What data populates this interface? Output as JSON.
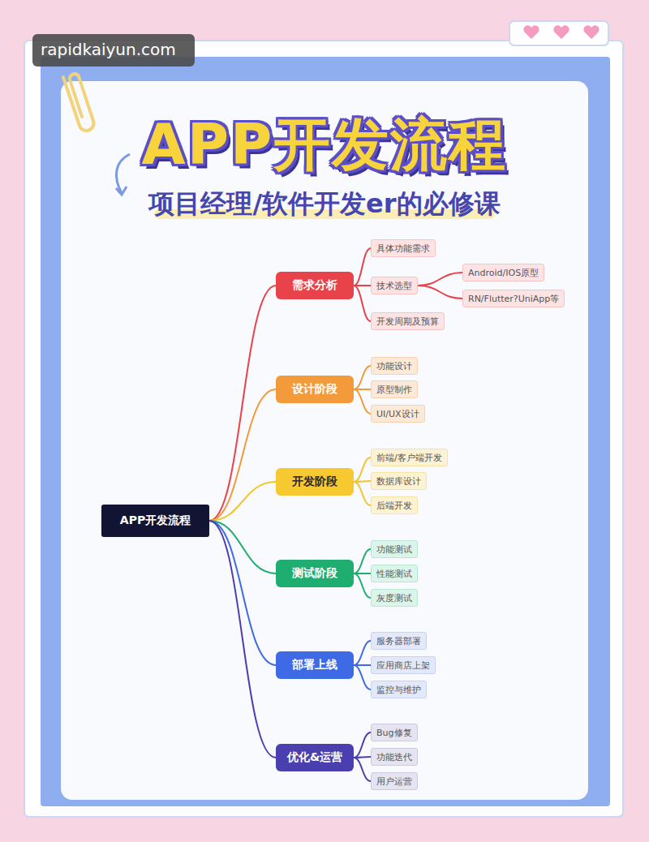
{
  "diagram": {
    "title": "APP开发流程",
    "nodes": [
      {
        "text": [
          "APP开发流程"
        ]
      },
      {
        "text": [
          "需求分析"
        ]
      },
      {
        "text": [
          "具体功能需求"
        ]
      },
      {
        "text": [
          "技术选型"
        ]
      },
      {
        "text": [
          "Android/IOS原型"
        ]
      },
      {
        "text": [
          "RN/Flutter?UniApp等"
        ]
      },
      {
        "text": [
          "开发周期及预算"
        ]
      },
      {
        "text": [
          "设计阶段"
        ]
      },
      {
        "text": [
          "功能设计"
        ]
      },
      {
        "text": [
          "原型制作"
        ]
      },
      {
        "text": [
          "UI/UX设计"
        ]
      },
      {
        "text": [
          "开发阶段"
        ]
      },
      {
        "text": [
          "前端/客户端开发"
        ]
      },
      {
        "text": [
          "数据库设计"
        ]
      },
      {
        "text": [
          "后端开发"
        ]
      },
      {
        "text": [
          "测试阶段"
        ]
      },
      {
        "text": [
          "功能测试"
        ]
      },
      {
        "text": [
          "性能测试"
        ]
      },
      {
        "text": [
          "灰度测试"
        ]
      },
      {
        "text": [
          "部署上线"
        ]
      },
      {
        "text": [
          "服务器部署"
        ]
      },
      {
        "text": [
          "应用商店上架"
        ]
      },
      {
        "text": [
          "监控与维护"
        ]
      },
      {
        "text": [
          "优化&运营"
        ]
      },
      {
        "text": [
          "Bug修复"
        ]
      },
      {
        "text": [
          "功能迭代"
        ]
      },
      {
        "text": [
          "用户运营"
        ]
      }
    ],
    "edges": [
      {
        "from": 0,
        "to": 1,
        "arrow": "none"
      },
      {
        "from": 0,
        "to": 7,
        "arrow": "none"
      },
      {
        "from": 0,
        "to": 11,
        "arrow": "none"
      },
      {
        "from": 0,
        "to": 15,
        "arrow": "none"
      },
      {
        "from": 0,
        "to": 19,
        "arrow": "none"
      },
      {
        "from": 0,
        "to": 23,
        "arrow": "none"
      },
      {
        "from": 1,
        "to": 2,
        "arrow": "none"
      },
      {
        "from": 1,
        "to": 3,
        "arrow": "none"
      },
      {
        "from": 1,
        "to": 6,
        "arrow": "none"
      },
      {
        "from": 3,
        "to": 4,
        "arrow": "none"
      },
      {
        "from": 3,
        "to": 5,
        "arrow": "none"
      },
      {
        "from": 7,
        "to": 8,
        "arrow": "none"
      },
      {
        "from": 7,
        "to": 9,
        "arrow": "none"
      },
      {
        "from": 7,
        "to": 10,
        "arrow": "none"
      },
      {
        "from": 11,
        "to": 12,
        "arrow": "none"
      },
      {
        "from": 11,
        "to": 13,
        "arrow": "none"
      },
      {
        "from": 11,
        "to": 14,
        "arrow": "none"
      },
      {
        "from": 15,
        "to": 16,
        "arrow": "none"
      },
      {
        "from": 15,
        "to": 17,
        "arrow": "none"
      },
      {
        "from": 15,
        "to": 18,
        "arrow": "none"
      },
      {
        "from": 19,
        "to": 20,
        "arrow": "none"
      },
      {
        "from": 19,
        "to": 21,
        "arrow": "none"
      },
      {
        "from": 19,
        "to": 22,
        "arrow": "none"
      },
      {
        "from": 23,
        "to": 24,
        "arrow": "none"
      },
      {
        "from": 23,
        "to": 25,
        "arrow": "none"
      },
      {
        "from": 23,
        "to": 26,
        "arrow": "none"
      }
    ],
    "labels": [
      "rapidkaiyun.com",
      "项目经理/软件开发er的必修课"
    ]
  }
}
